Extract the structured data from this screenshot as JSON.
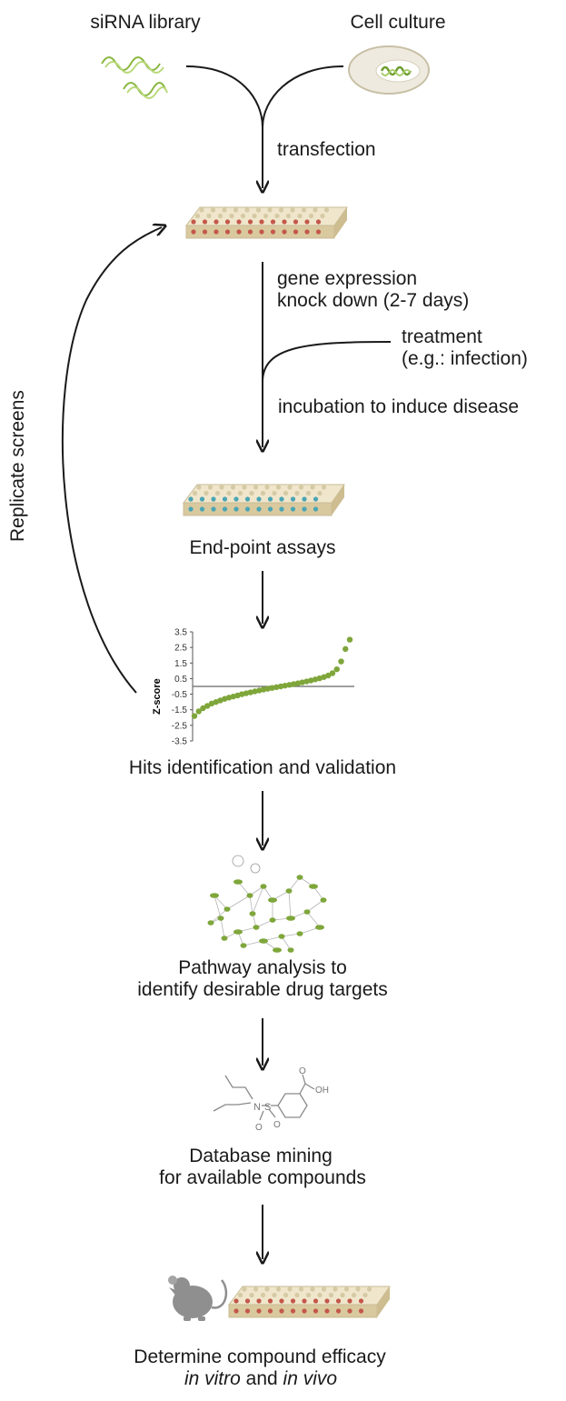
{
  "sources": {
    "sirna_library": "siRNA library",
    "cell_culture": "Cell culture"
  },
  "steps": {
    "transfection": "transfection",
    "knockdown_line1": "gene expression",
    "knockdown_line2": "knock down (2-7 days)",
    "treatment_line1": "treatment",
    "treatment_line2": "(e.g.: infection)",
    "incubation": "incubation to induce disease",
    "endpoint": "End-point assays",
    "hits": "Hits identification and validation",
    "pathway_line1": "Pathway analysis to",
    "pathway_line2": "identify desirable drug targets",
    "database_line1": "Database mining",
    "database_line2": "for available compounds",
    "efficacy_line1": "Determine compound efficacy",
    "efficacy_line2_italic_a": "in vitro",
    "efficacy_line2_and": " and ",
    "efficacy_line2_italic_b": "in vivo"
  },
  "loop_label": "Replicate screens",
  "chemical": {
    "oh_label": "OH",
    "o_label": "O",
    "n_label": "N",
    "s_label": "S"
  },
  "chart_data": {
    "type": "scatter",
    "ylabel": "Z-score",
    "ylim": [
      -3.5,
      3.5
    ],
    "yticks": [
      "3.5",
      "2.5",
      "1.5",
      "0.5",
      "-0.5",
      "-1.5",
      "-2.5",
      "-3.5"
    ],
    "baseline": 0,
    "series": [
      {
        "values": [
          -1.9,
          -1.6,
          -1.4,
          -1.25,
          -1.1,
          -1.0,
          -0.9,
          -0.8,
          -0.72,
          -0.65,
          -0.58,
          -0.5,
          -0.44,
          -0.38,
          -0.32,
          -0.26,
          -0.2,
          -0.15,
          -0.1,
          -0.05,
          0.0,
          0.05,
          0.1,
          0.15,
          0.2,
          0.26,
          0.32,
          0.38,
          0.45,
          0.52,
          0.6,
          0.7,
          0.85,
          1.1,
          1.6,
          2.4,
          3.0
        ]
      }
    ]
  },
  "colors": {
    "green": "#7ea63a",
    "plate_red": "#c4584a",
    "plate_teal": "#4aa5b5",
    "plate_body": "#e7dcc0",
    "arrow": "#1a1a1a",
    "mouse": "#8f8f8f"
  }
}
